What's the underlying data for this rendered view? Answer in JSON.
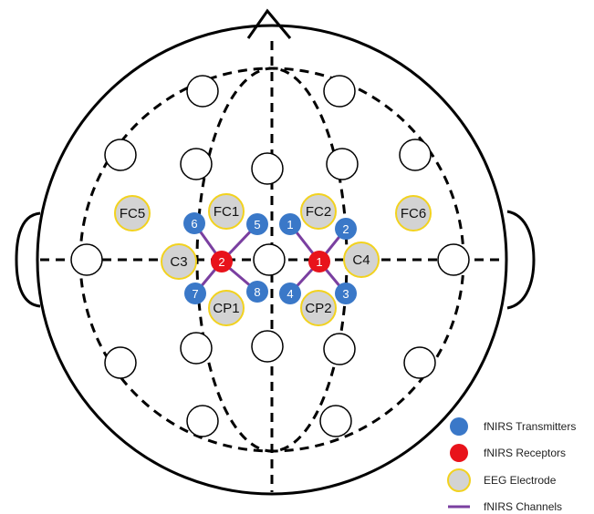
{
  "colors": {
    "transmitter": "#3a78c8",
    "receptor": "#e8131b",
    "eeg_fill": "#d3d3d3",
    "eeg_stroke": "#f2d21f",
    "channel": "#7a3fa0",
    "outline": "#000000"
  },
  "eeg_electrodes": [
    {
      "label": "FC5"
    },
    {
      "label": "FC1"
    },
    {
      "label": "FC2"
    },
    {
      "label": "FC6"
    },
    {
      "label": "C3"
    },
    {
      "label": "C4"
    },
    {
      "label": "CP1"
    },
    {
      "label": "CP2"
    }
  ],
  "transmitters": [
    "6",
    "5",
    "1",
    "2",
    "7",
    "8",
    "4",
    "3"
  ],
  "receptors": [
    "2",
    "1"
  ],
  "legend": [
    {
      "kind": "transmitter",
      "label": "fNIRS Transmitters"
    },
    {
      "kind": "receptor",
      "label": "fNIRS Receptors"
    },
    {
      "kind": "eeg",
      "label": "EEG Electrode"
    },
    {
      "kind": "channel",
      "label": "fNIRS Channels"
    }
  ]
}
